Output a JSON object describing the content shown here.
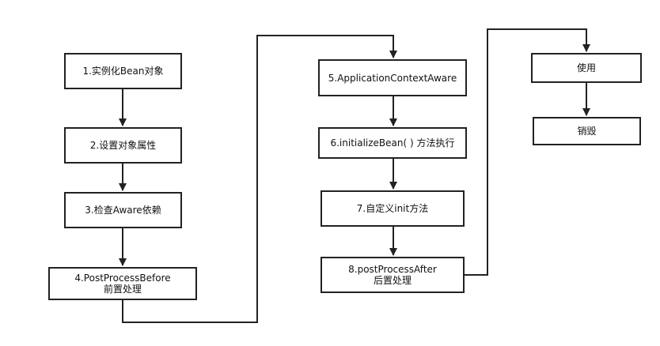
{
  "diagram": {
    "colors": {
      "stroke": "#222222",
      "box_fill": "#ffffff",
      "text": "#111111"
    },
    "nodes": [
      {
        "id": "n1",
        "label": "1.实例化Bean对象"
      },
      {
        "id": "n2",
        "label": "2.设置对象属性"
      },
      {
        "id": "n3",
        "label": "3.检查Aware依赖"
      },
      {
        "id": "n4",
        "label": "4.PostProcessBefore\n前置处理"
      },
      {
        "id": "n5",
        "label": "5.ApplicationContextAware"
      },
      {
        "id": "n6",
        "label": "6.initializeBean( ) 方法执行"
      },
      {
        "id": "n7",
        "label": "7.自定义init方法"
      },
      {
        "id": "n8",
        "label": "8.postProcessAfter\n后置处理"
      },
      {
        "id": "n9",
        "label": "使用"
      },
      {
        "id": "n10",
        "label": "销毁"
      }
    ],
    "edges": [
      {
        "from": "n1",
        "to": "n2"
      },
      {
        "from": "n2",
        "to": "n3"
      },
      {
        "from": "n3",
        "to": "n4"
      },
      {
        "from": "n4",
        "to": "n5"
      },
      {
        "from": "n5",
        "to": "n6"
      },
      {
        "from": "n6",
        "to": "n7"
      },
      {
        "from": "n7",
        "to": "n8"
      },
      {
        "from": "n8",
        "to": "n9"
      },
      {
        "from": "n9",
        "to": "n10"
      }
    ]
  }
}
